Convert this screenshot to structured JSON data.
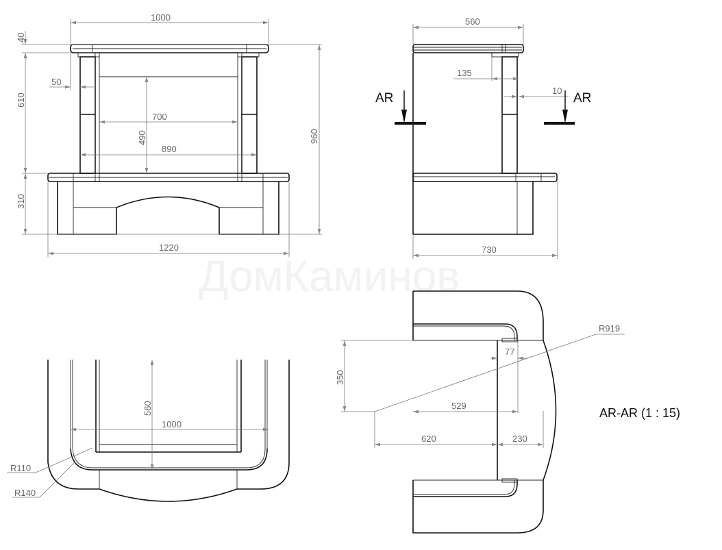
{
  "watermark": "ДомКаминов",
  "front_view": {
    "dims": {
      "top_width": "1000",
      "shelf_thickness": "40",
      "upper_height": "610",
      "base_height": "310",
      "total_height": "960",
      "total_width": "1220",
      "column_offset": "50",
      "opening_width": "700",
      "opening_height": "490",
      "columns_span": "890"
    }
  },
  "side_view": {
    "dims": {
      "top_depth": "560",
      "column_depth": "135",
      "column_offset": "10",
      "total_depth": "730"
    },
    "section_label_left": "AR",
    "section_label_right": "AR"
  },
  "plan_view": {
    "dims": {
      "depth": "560",
      "width": "1000",
      "radius_inner": "R110",
      "radius_outer": "R140"
    }
  },
  "section_view": {
    "title": "AR-AR (1 : 15)",
    "dims": {
      "radius": "R919",
      "depth": "350",
      "width_529": "529",
      "width_620": "620",
      "width_230": "230",
      "width_77": "77"
    }
  }
}
